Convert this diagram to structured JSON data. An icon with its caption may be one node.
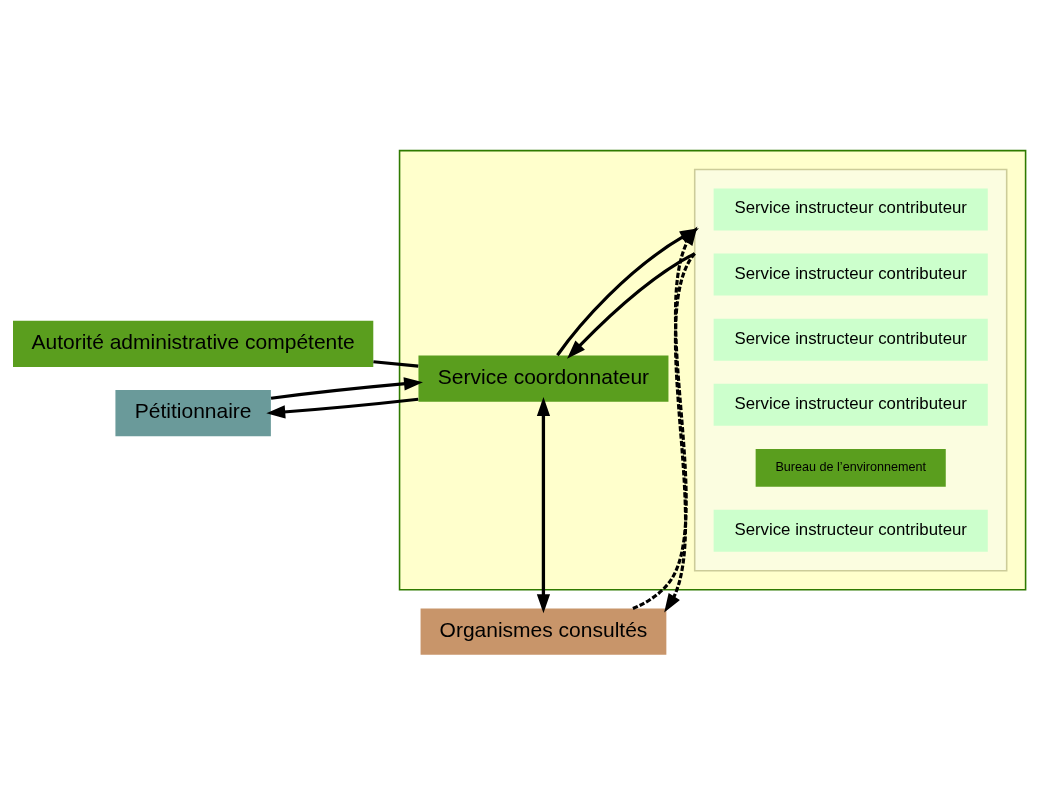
{
  "diagram": {
    "nodes": [
      {
        "text": [
          "Autorité administrative compétente"
        ]
      },
      {
        "text": [
          "Pétitionnaire"
        ]
      },
      {
        "text": [],
        "shape": "box"
      },
      {
        "text": [
          "Service coordonnateur"
        ],
        "in": 2
      },
      {
        "text": [],
        "shape": "box",
        "in": 2
      },
      {
        "text": [
          "Service instructeur contributeur"
        ],
        "in": 4
      },
      {
        "text": [
          "Service instructeur contributeur"
        ],
        "in": 4
      },
      {
        "text": [
          "Service instructeur contributeur"
        ],
        "in": 4
      },
      {
        "text": [
          "Service instructeur contributeur"
        ],
        "in": 4
      },
      {
        "text": [
          "Bureau de l’environnement"
        ],
        "in": 4
      },
      {
        "text": [
          "Service instructeur contributeur"
        ],
        "in": 4
      },
      {
        "text": [
          "Organismes consultés"
        ]
      }
    ],
    "edges": [
      {
        "from": 0,
        "to": 3,
        "arrow": "none"
      },
      {
        "from": 1,
        "to": 3,
        "arrow": "to"
      },
      {
        "from": 3,
        "to": 1,
        "arrow": "to"
      },
      {
        "from": 3,
        "to": 4,
        "arrow": "to"
      },
      {
        "from": 4,
        "to": 3,
        "arrow": "to"
      },
      {
        "from": 3,
        "to": 11,
        "arrow": "to"
      },
      {
        "from": 11,
        "to": 3,
        "arrow": "to"
      },
      {
        "from": 4,
        "to": 11,
        "arrow": "to",
        "style": "dashed"
      },
      {
        "from": 11,
        "to": 4,
        "arrow": "to",
        "style": "dashed"
      }
    ]
  }
}
